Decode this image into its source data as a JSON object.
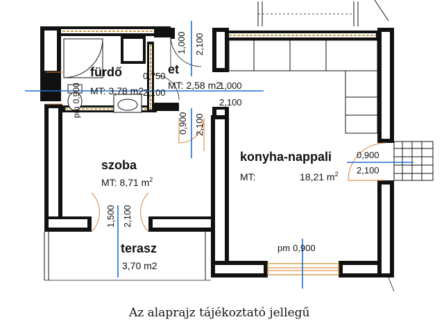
{
  "rooms": [
    {
      "name": "fürdő",
      "area": "MT: 3,78 m2"
    },
    {
      "name": "et",
      "area": "MT: 2,58 m2"
    },
    {
      "name": "szoba",
      "area": "MT: 8,71 m",
      "area_sup": "2"
    },
    {
      "name": "konyha-nappali",
      "area_prefix": "MT:",
      "area_value": "18,21 m",
      "area_sup": "2"
    },
    {
      "name": "terasz",
      "area": "3,70 m2"
    }
  ],
  "openings": [
    {
      "width": "1,000",
      "height": "2,100"
    },
    {
      "width": "0,750",
      "height": "2,100"
    },
    {
      "width": "1,000",
      "height": "2,100"
    },
    {
      "width": "0,900",
      "height": "2,100"
    },
    {
      "width": "0,900",
      "height": "2,100"
    },
    {
      "width": "1,500",
      "height": "2,100"
    },
    {
      "prefix": "pm",
      "width": "0,900"
    },
    {
      "prefix": "pm",
      "width": "0,900"
    }
  ],
  "caption": "Az alaprajz tájékoztató jellegű",
  "colors": {
    "wall": "#111111",
    "dimension": "#1f6fd6",
    "insulation": "#c8a24a",
    "door": "#e07a2a"
  }
}
